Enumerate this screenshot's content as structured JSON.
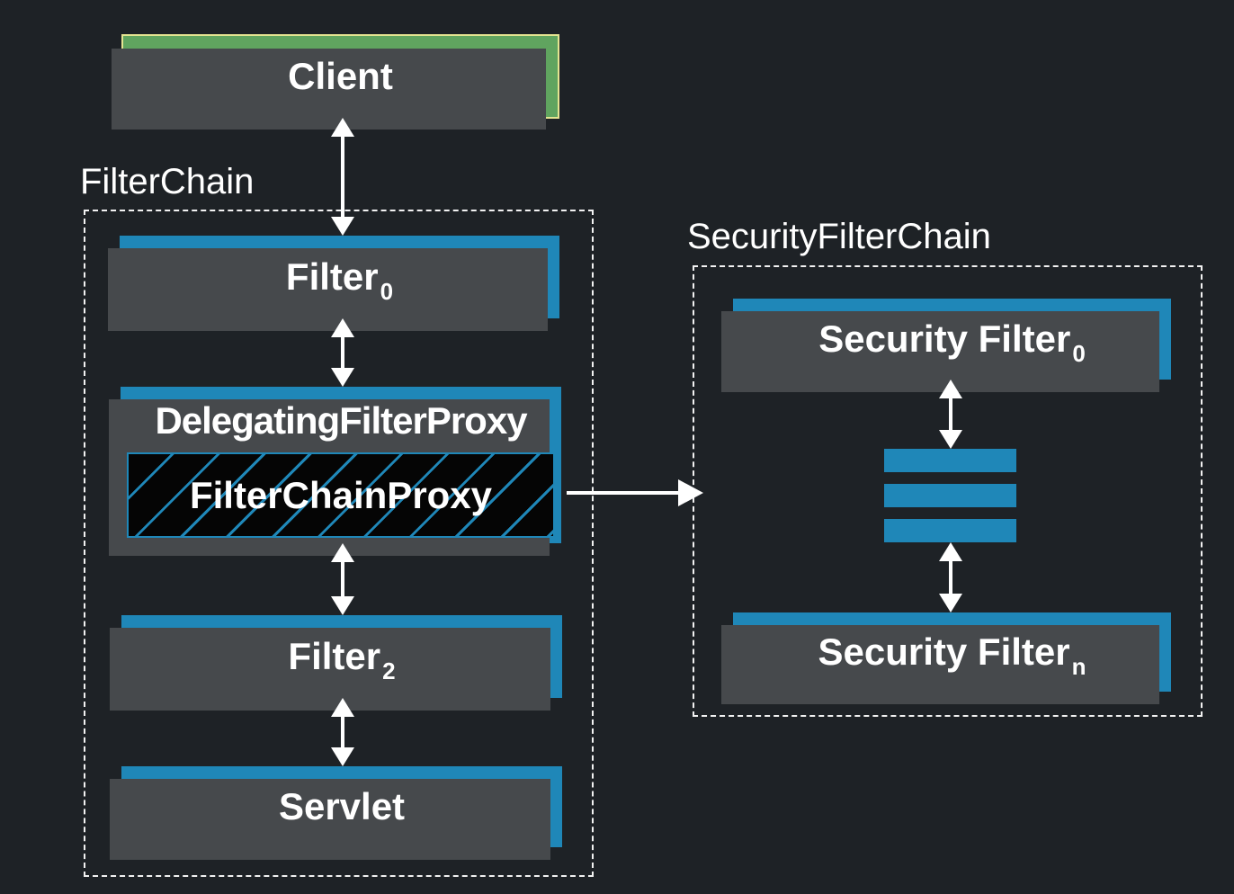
{
  "diagram": {
    "client_label": "Client",
    "filter_chain": {
      "title": "FilterChain",
      "filter0": {
        "base": "Filter",
        "sub": "0"
      },
      "delegating_filter_proxy": "DelegatingFilterProxy",
      "filter_chain_proxy": "FilterChainProxy",
      "filter2": {
        "base": "Filter",
        "sub": "2"
      },
      "servlet": "Servlet"
    },
    "security_filter_chain": {
      "title": "SecurityFilterChain",
      "security_filter0": {
        "base": "Security Filter",
        "sub": "0"
      },
      "security_filtern": {
        "base": "Security Filter",
        "sub": "n"
      },
      "ellipsis_bar_count": 3
    },
    "colors": {
      "background": "#1e2226",
      "node_blue": "#1f87b8",
      "client_green": "#60a45f",
      "client_border": "#e4e491",
      "shadow": "#46494c",
      "dashed_border": "#f2f2f2",
      "hatch_background": "#050505",
      "arrow": "#ffffff",
      "text": "#ffffff"
    }
  }
}
